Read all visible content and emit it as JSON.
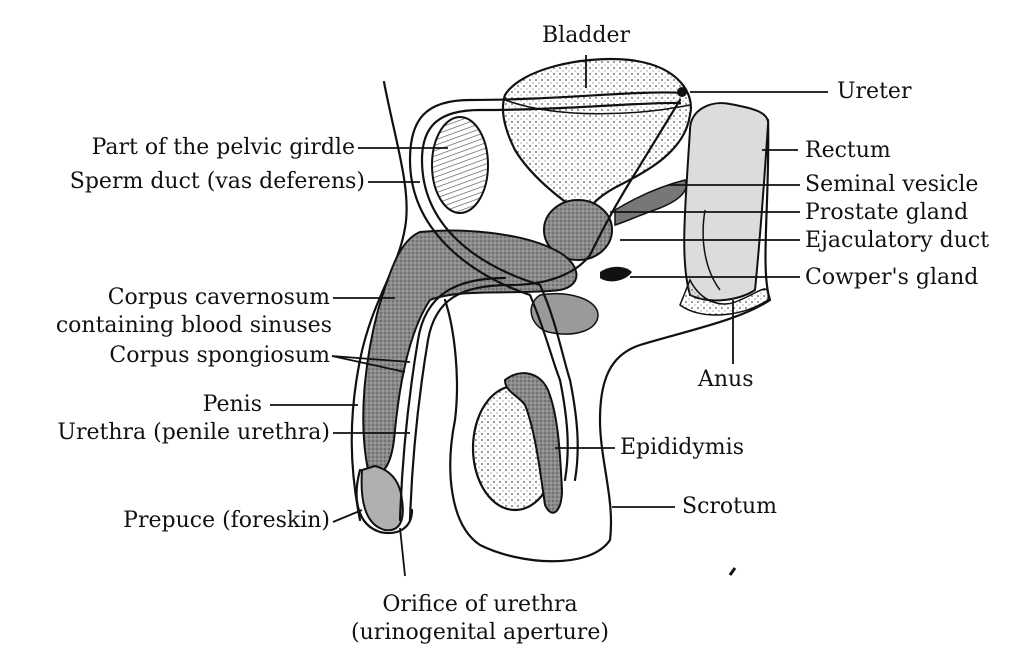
{
  "labels": {
    "bladder": "Bladder",
    "ureter": "Ureter",
    "pelvic_girdle": "Part of the pelvic girdle",
    "sperm_duct": "Sperm duct (vas deferens)",
    "rectum": "Rectum",
    "seminal_vesicle": "Seminal vesicle",
    "prostate_gland": "Prostate gland",
    "ejaculatory_duct": "Ejaculatory duct",
    "cowpers_gland": "Cowper's gland",
    "corpus_cavernosum_1": "Corpus cavernosum",
    "corpus_cavernosum_2": "containing blood sinuses",
    "corpus_spongiosum": "Corpus spongiosum",
    "anus": "Anus",
    "penis": "Penis",
    "urethra": "Urethra (penile urethra)",
    "epididymis": "Epididymis",
    "scrotum": "Scrotum",
    "prepuce": "Prepuce (foreskin)",
    "orifice_1": "Orifice of urethra",
    "orifice_2": "(urinogenital aperture)"
  }
}
